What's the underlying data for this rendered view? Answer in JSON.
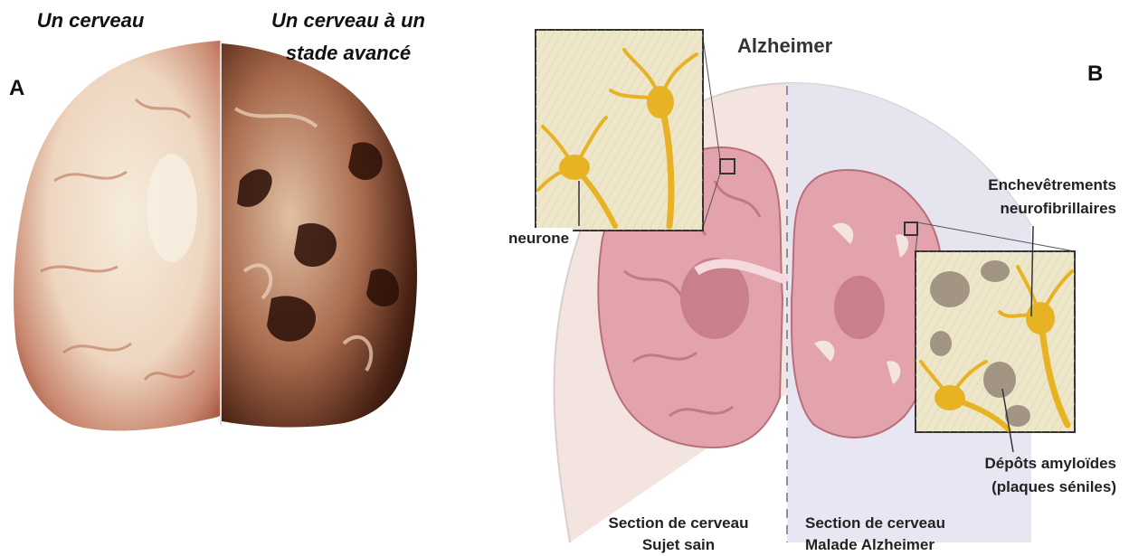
{
  "panel_a": {
    "letter": "A",
    "label_left": "Un cerveau",
    "label_right_line1": "Un cerveau à un",
    "label_right_line2": "stade avancé"
  },
  "panel_b": {
    "letter": "B",
    "title": "Alzheimer",
    "label_neurone": "neurone",
    "label_tangles_line1": "Enchevêtrements",
    "label_tangles_line2": "neurofibrillaires",
    "label_deposits_line1": "Dépôts amyloïdes",
    "label_deposits_line2": "(plaques séniles)",
    "caption_left_line1": "Section de cerveau",
    "caption_left_line2": "Sujet sain",
    "caption_right_line1": "Section de cerveau",
    "caption_right_line2": "Malade Alzheimer"
  },
  "colors": {
    "healthy_tissue": "#e9c3b0",
    "diseased_tissue": "#5a2a18",
    "diagram_brain": "#e3a3ad",
    "diagram_brain_dark": "#c97f8c",
    "neuron": "#e7b324",
    "inset_bg": "#ede6c9"
  }
}
